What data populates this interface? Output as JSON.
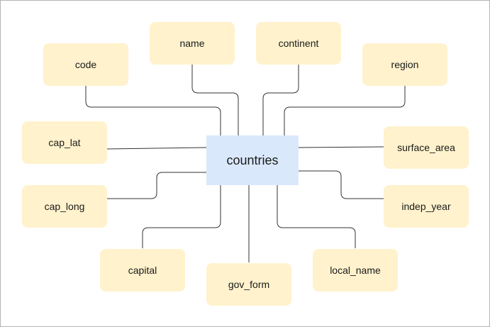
{
  "diagram": {
    "entity": {
      "label": "countries"
    },
    "attributes": [
      {
        "id": "code",
        "label": "code"
      },
      {
        "id": "name",
        "label": "name"
      },
      {
        "id": "continent",
        "label": "continent"
      },
      {
        "id": "region",
        "label": "region"
      },
      {
        "id": "cap_lat",
        "label": "cap_lat"
      },
      {
        "id": "surface_area",
        "label": "surface_area"
      },
      {
        "id": "cap_long",
        "label": "cap_long"
      },
      {
        "id": "indep_year",
        "label": "indep_year"
      },
      {
        "id": "capital",
        "label": "capital"
      },
      {
        "id": "gov_form",
        "label": "gov_form"
      },
      {
        "id": "local_name",
        "label": "local_name"
      }
    ]
  },
  "colors": {
    "entity_fill": "#dae8fc",
    "attribute_fill": "#fff2cc",
    "connector": "#333333",
    "frame_border": "#b3b3b3"
  }
}
